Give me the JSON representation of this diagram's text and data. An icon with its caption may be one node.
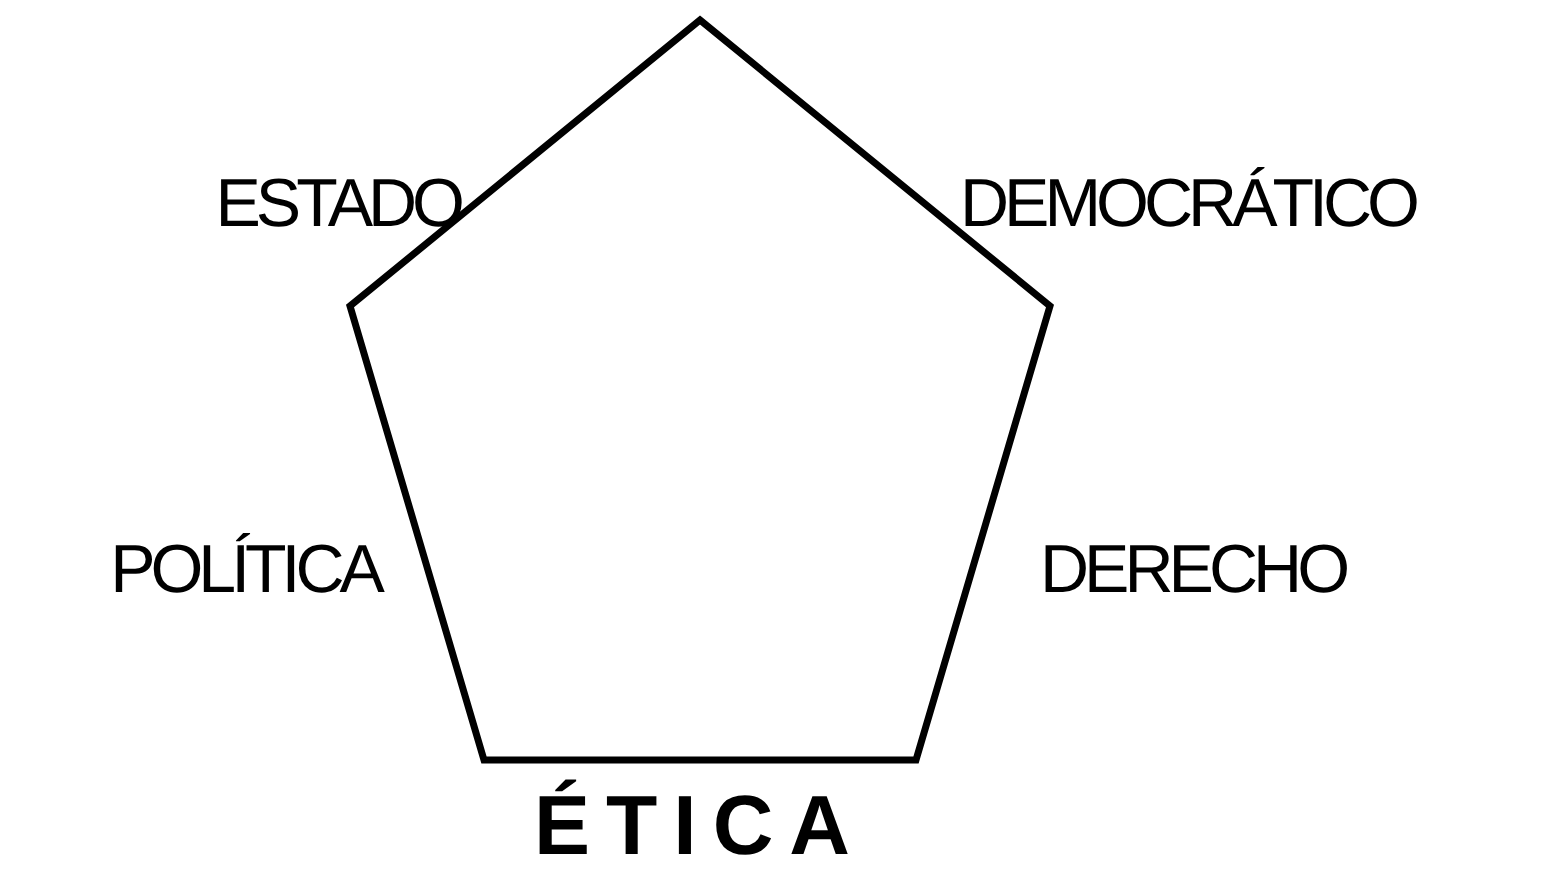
{
  "diagram": {
    "nodes": [
      {
        "text": [],
        "shape": "pentagon",
        "beside": [
          "ESTADO",
          "DEMOCRÁTICO",
          "POLÍTICA",
          "DERECHO",
          "ÉTICA"
        ]
      }
    ]
  }
}
